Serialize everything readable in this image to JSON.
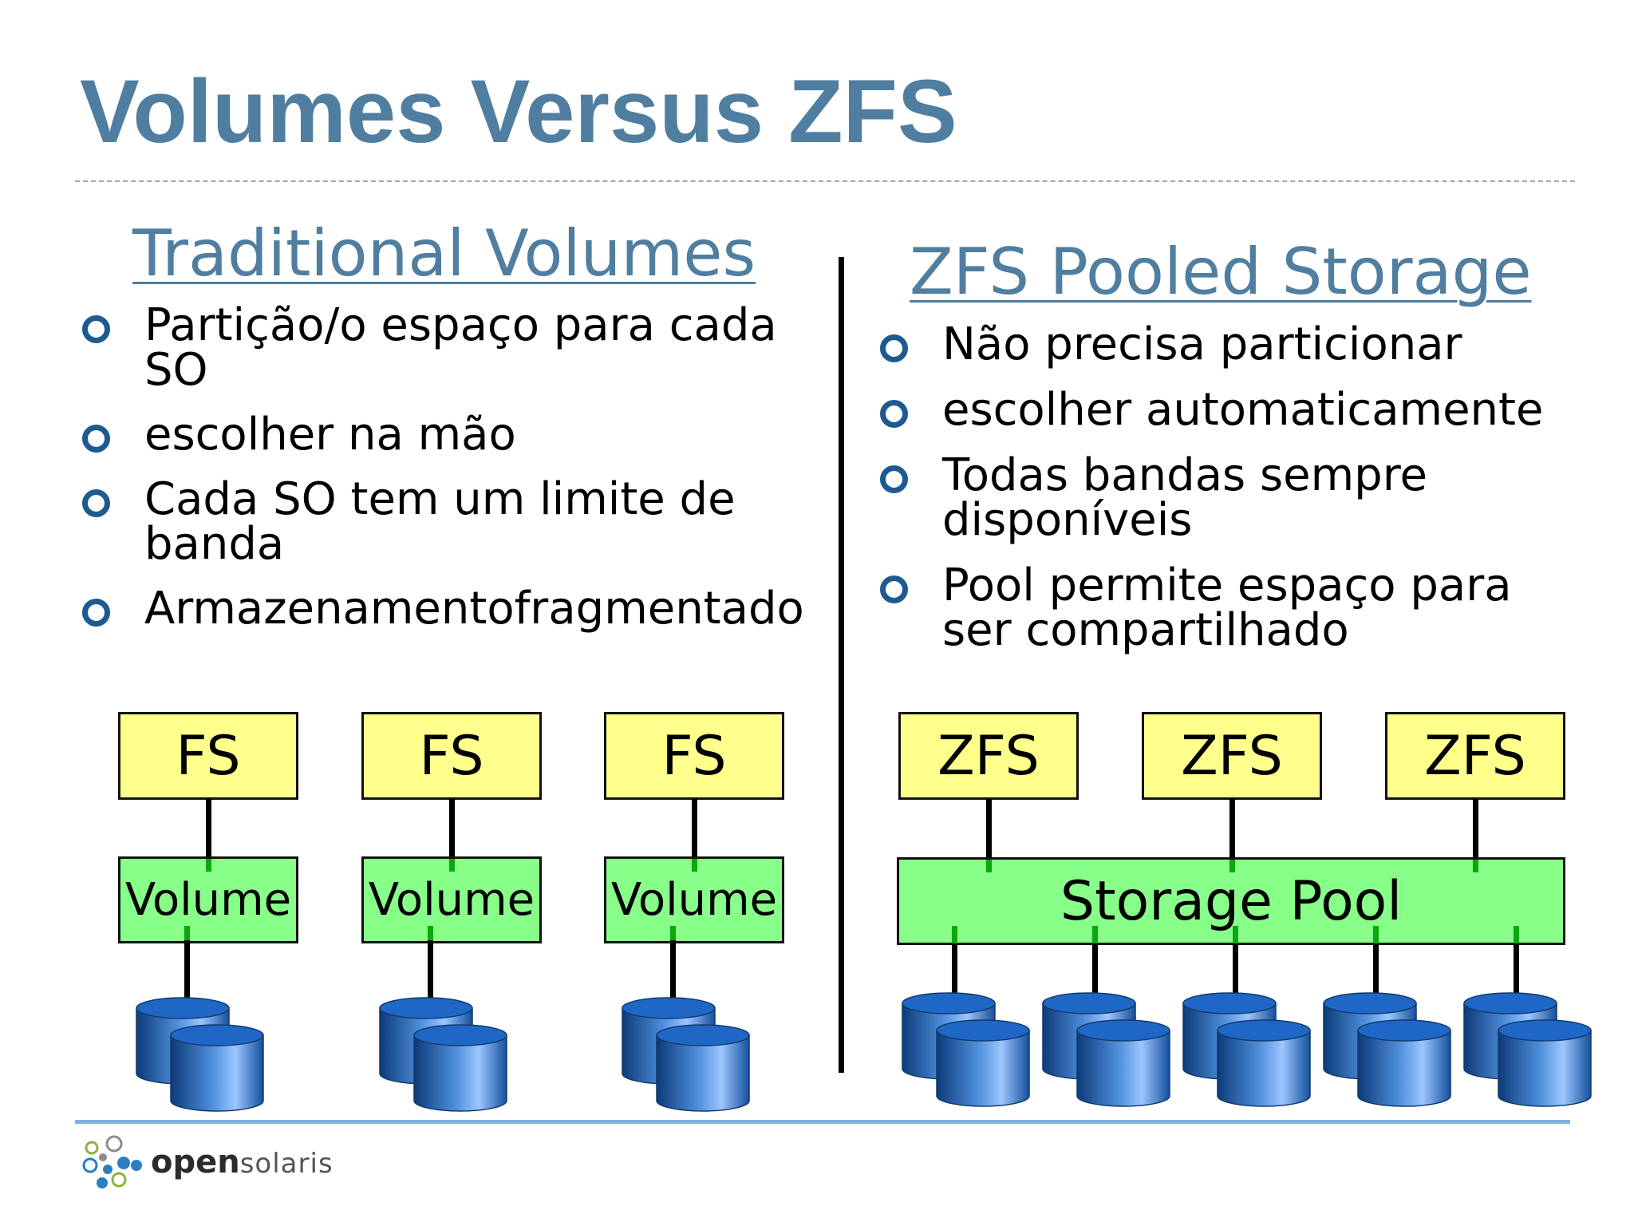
{
  "title": "Volumes Versus ZFS",
  "left": {
    "heading": "Traditional Volumes",
    "bullets": [
      {
        "lines": [
          "Partição/o espaço para cada",
          "SO"
        ]
      },
      {
        "lines": [
          "escolher na mão"
        ]
      },
      {
        "lines": [
          "Cada SO tem um limite de",
          "banda"
        ]
      },
      {
        "lines": [
          "Armazenamentofragmentado"
        ]
      }
    ],
    "diagram": {
      "stacks": [
        {
          "fs": "FS",
          "volume": "Volume"
        },
        {
          "fs": "FS",
          "volume": "Volume"
        },
        {
          "fs": "FS",
          "volume": "Volume"
        }
      ]
    }
  },
  "right": {
    "heading": "ZFS Pooled Storage",
    "bullets": [
      {
        "lines": [
          "Não precisa particionar"
        ]
      },
      {
        "lines": [
          "escolher automaticamente"
        ]
      },
      {
        "lines": [
          "Todas bandas sempre",
          "disponíveis"
        ]
      },
      {
        "lines": [
          "Pool permite espaço para",
          "ser compartilhado"
        ]
      }
    ],
    "diagram": {
      "filesystems": [
        "ZFS",
        "ZFS",
        "ZFS"
      ],
      "pool": "Storage Pool",
      "disk_pairs": 5
    }
  },
  "logo": {
    "open": "open",
    "solaris": "solaris"
  },
  "colors": {
    "title": "#4f7ea0",
    "bullet": "#1d5a90",
    "fs_box": "#ffff8c",
    "volume_box": "#88ff88",
    "rule": "#7fb1e2"
  }
}
